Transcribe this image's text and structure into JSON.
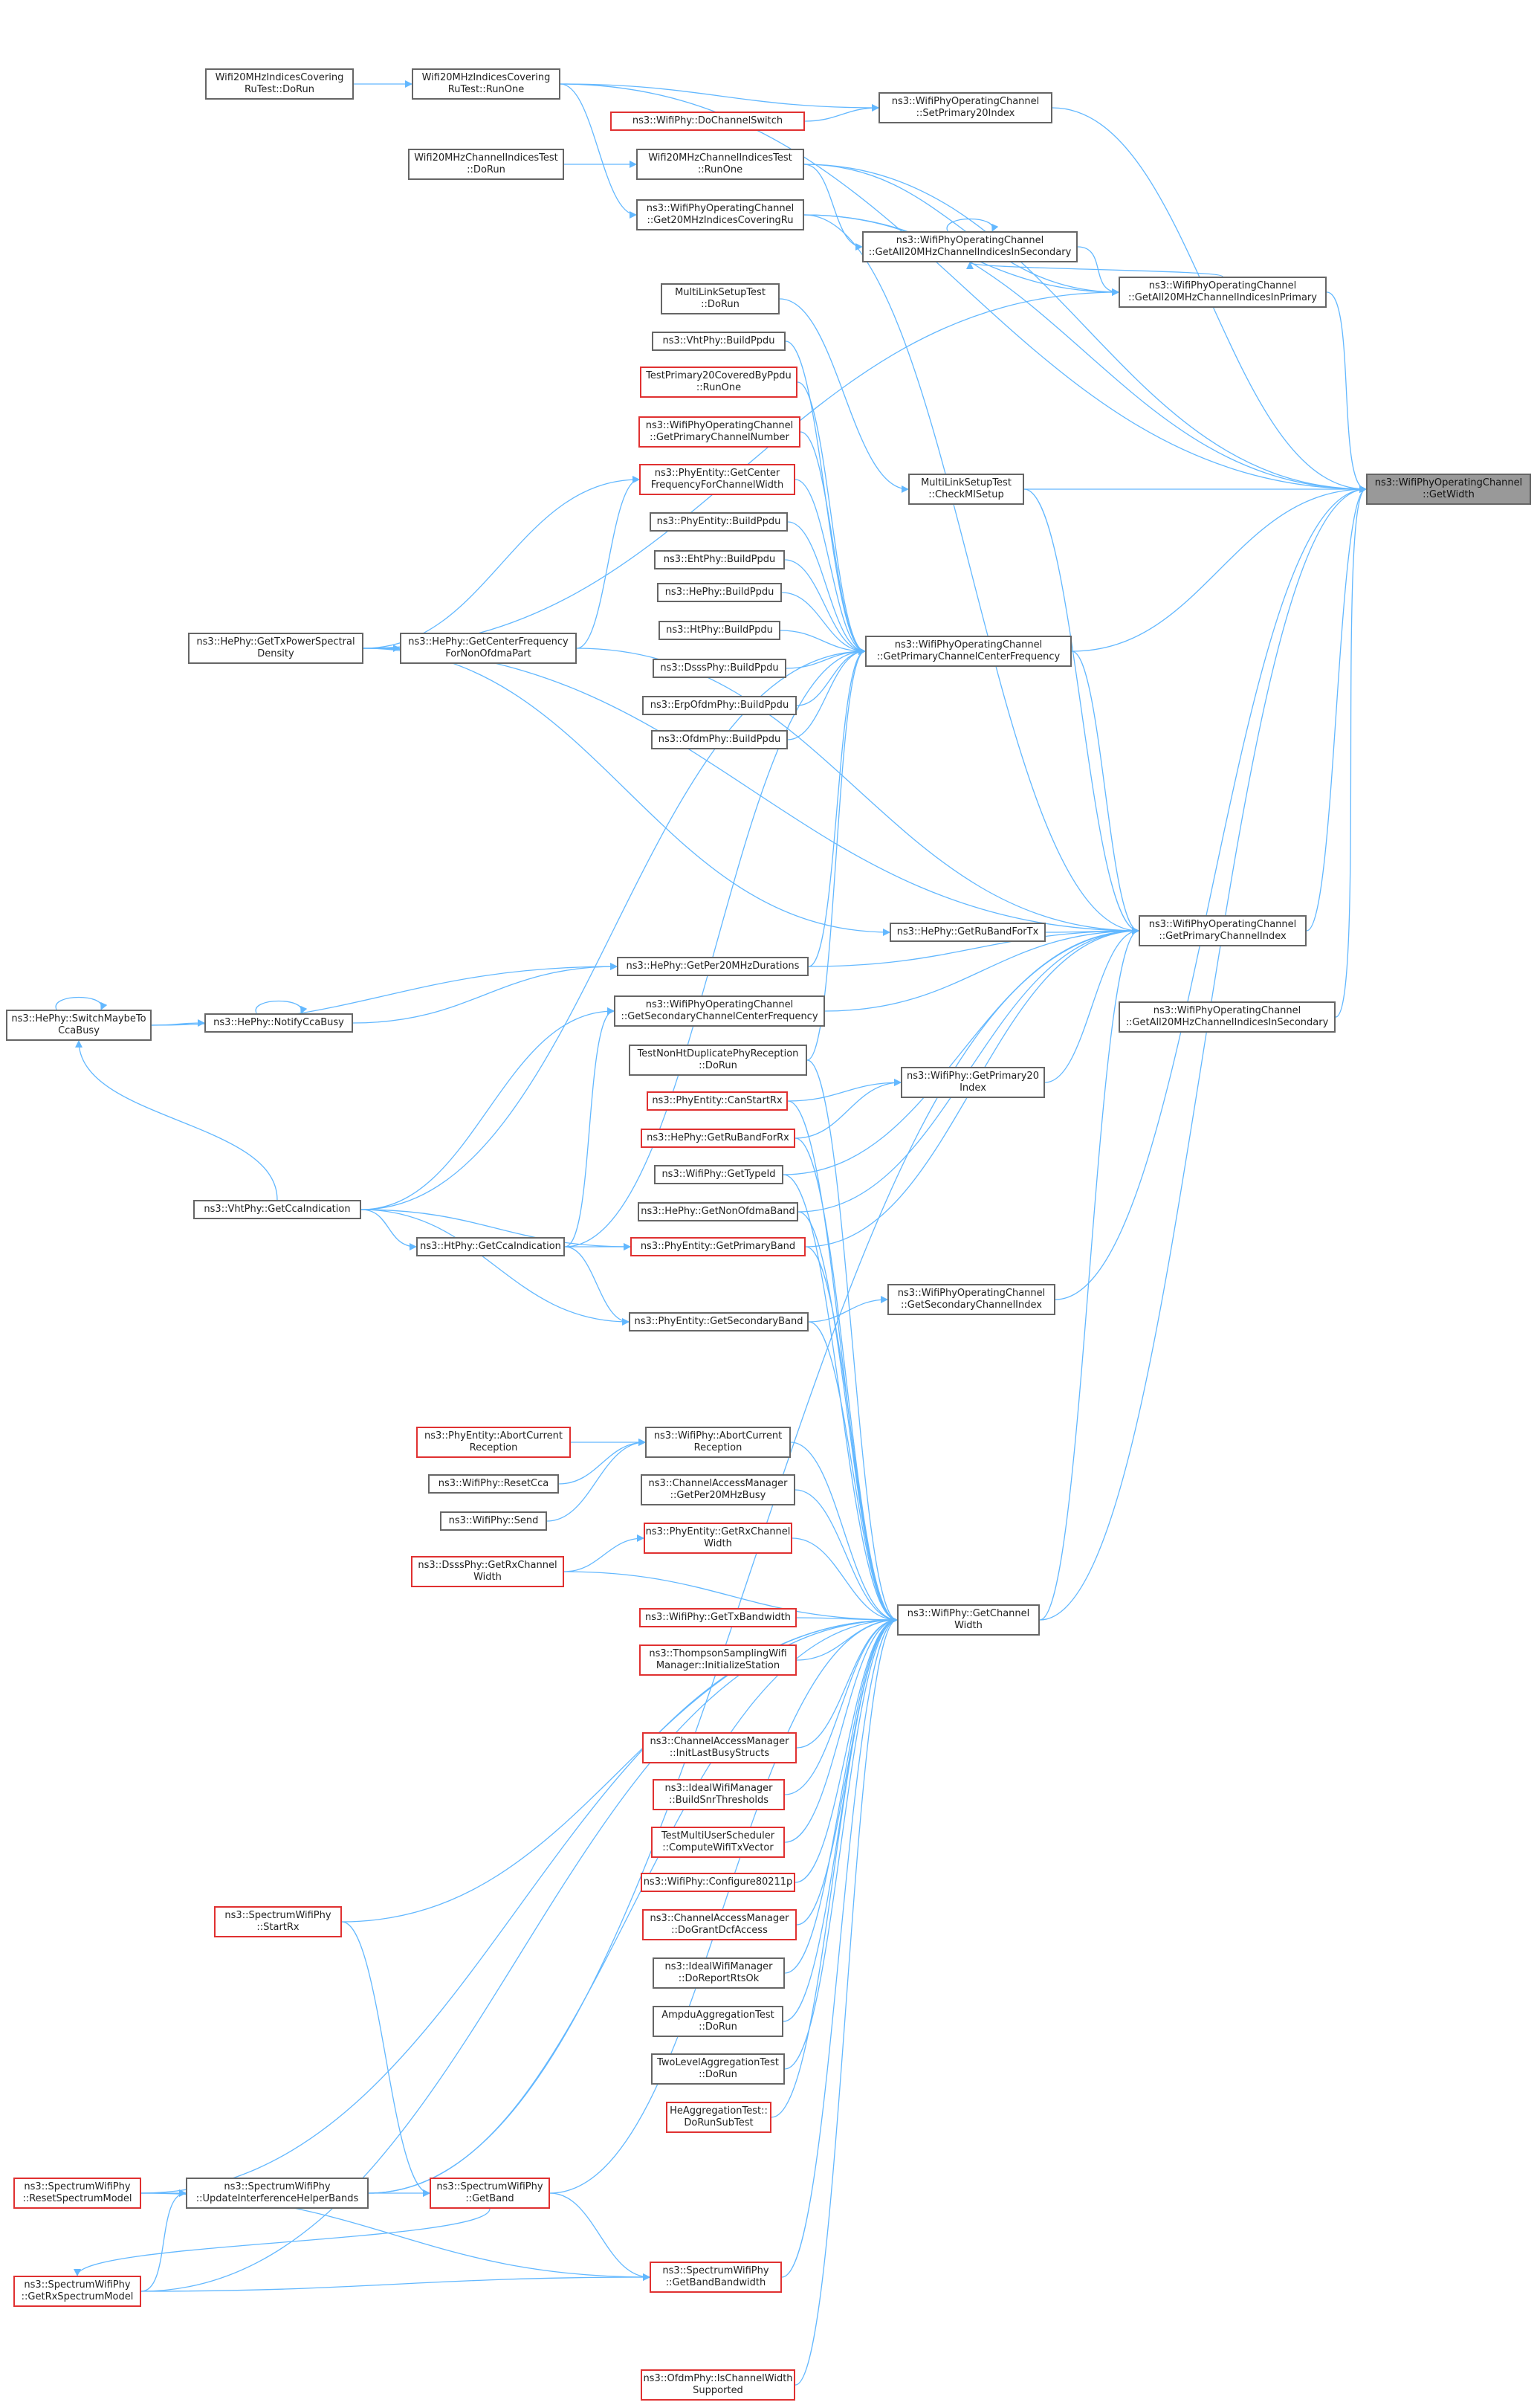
{
  "nodes": [
    {
      "id": "root",
      "lines": [
        "ns3::WifiPhyOperatingChannel",
        "::GetWidth"
      ],
      "style": "root"
    },
    {
      "id": "w20cov_dorun",
      "lines": [
        "Wifi20MHzIndicesCovering",
        "RuTest::DoRun"
      ],
      "style": "normal"
    },
    {
      "id": "w20cov_runone",
      "lines": [
        "Wifi20MHzIndicesCovering",
        "RuTest::RunOne"
      ],
      "style": "normal"
    },
    {
      "id": "setprimary20",
      "lines": [
        "ns3::WifiPhyOperatingChannel",
        "::SetPrimary20Index"
      ],
      "style": "normal"
    },
    {
      "id": "dochannelswitch",
      "lines": [
        "ns3::WifiPhy::DoChannelSwitch"
      ],
      "style": "red"
    },
    {
      "id": "w20ch_dorun",
      "lines": [
        "Wifi20MHzChannelIndicesTest",
        "::DoRun"
      ],
      "style": "normal"
    },
    {
      "id": "w20ch_runone",
      "lines": [
        "Wifi20MHzChannelIndicesTest",
        "::RunOne"
      ],
      "style": "normal"
    },
    {
      "id": "get20covru",
      "lines": [
        "ns3::WifiPhyOperatingChannel",
        "::Get20MHzIndicesCoveringRu"
      ],
      "style": "normal"
    },
    {
      "id": "getall20sec_mid",
      "lines": [
        "ns3::WifiPhyOperatingChannel",
        "::GetAll20MHzChannelIndicesInSecondary"
      ],
      "style": "normal"
    },
    {
      "id": "getall20prim",
      "lines": [
        "ns3::WifiPhyOperatingChannel",
        "::GetAll20MHzChannelIndicesInPrimary"
      ],
      "style": "normal"
    },
    {
      "id": "mlst_dorun",
      "lines": [
        "MultiLinkSetupTest",
        "::DoRun"
      ],
      "style": "normal"
    },
    {
      "id": "vht_buildppdu",
      "lines": [
        "ns3::VhtPhy::BuildPpdu"
      ],
      "style": "normal"
    },
    {
      "id": "tp20_runone",
      "lines": [
        "TestPrimary20CoveredByPpdu",
        "::RunOne"
      ],
      "style": "red"
    },
    {
      "id": "getprimchnum",
      "lines": [
        "ns3::WifiPhyOperatingChannel",
        "::GetPrimaryChannelNumber"
      ],
      "style": "red"
    },
    {
      "id": "mlst_checkml",
      "lines": [
        "MultiLinkSetupTest",
        "::CheckMlSetup"
      ],
      "style": "normal"
    },
    {
      "id": "pe_getcenter",
      "lines": [
        "ns3::PhyEntity::GetCenter",
        "FrequencyForChannelWidth"
      ],
      "style": "red"
    },
    {
      "id": "pe_buildppdu",
      "lines": [
        "ns3::PhyEntity::BuildPpdu"
      ],
      "style": "normal"
    },
    {
      "id": "eht_buildppdu",
      "lines": [
        "ns3::EhtPhy::BuildPpdu"
      ],
      "style": "normal"
    },
    {
      "id": "he_buildppdu",
      "lines": [
        "ns3::HePhy::BuildPpdu"
      ],
      "style": "normal"
    },
    {
      "id": "ht_buildppdu",
      "lines": [
        "ns3::HtPhy::BuildPpdu"
      ],
      "style": "normal"
    },
    {
      "id": "dsss_buildppdu",
      "lines": [
        "ns3::DsssPhy::BuildPpdu"
      ],
      "style": "normal"
    },
    {
      "id": "erp_buildppdu",
      "lines": [
        "ns3::ErpOfdmPhy::BuildPpdu"
      ],
      "style": "normal"
    },
    {
      "id": "ofdm_buildppdu",
      "lines": [
        "ns3::OfdmPhy::BuildPpdu"
      ],
      "style": "normal"
    },
    {
      "id": "he_gettxpsd",
      "lines": [
        "ns3::HePhy::GetTxPowerSpectral",
        "Density"
      ],
      "style": "normal"
    },
    {
      "id": "he_getcenternonofdma",
      "lines": [
        "ns3::HePhy::GetCenterFrequency",
        "ForNonOfdmaPart"
      ],
      "style": "normal"
    },
    {
      "id": "getprimcenter",
      "lines": [
        "ns3::WifiPhyOperatingChannel",
        "::GetPrimaryChannelCenterFrequency"
      ],
      "style": "normal"
    },
    {
      "id": "getprimidx",
      "lines": [
        "ns3::WifiPhyOperatingChannel",
        "::GetPrimaryChannelIndex"
      ],
      "style": "normal"
    },
    {
      "id": "getall20sec_right",
      "lines": [
        "ns3::WifiPhyOperatingChannel",
        "::GetAll20MHzChannelIndicesInSecondary"
      ],
      "style": "normal"
    },
    {
      "id": "he_getruband_tx",
      "lines": [
        "ns3::HePhy::GetRuBandForTx"
      ],
      "style": "normal"
    },
    {
      "id": "he_getper20",
      "lines": [
        "ns3::HePhy::GetPer20MHzDurations"
      ],
      "style": "normal"
    },
    {
      "id": "getseccenter",
      "lines": [
        "ns3::WifiPhyOperatingChannel",
        "::GetSecondaryChannelCenterFrequency"
      ],
      "style": "normal"
    },
    {
      "id": "he_switchmaybe",
      "lines": [
        "ns3::HePhy::SwitchMaybeTo",
        "CcaBusy"
      ],
      "style": "normal"
    },
    {
      "id": "he_notifycca",
      "lines": [
        "ns3::HePhy::NotifyCcaBusy"
      ],
      "style": "normal"
    },
    {
      "id": "tnhtdup_dorun",
      "lines": [
        "TestNonHtDuplicatePhyReception",
        "::DoRun"
      ],
      "style": "normal"
    },
    {
      "id": "pe_canstartrx",
      "lines": [
        "ns3::PhyEntity::CanStartRx"
      ],
      "style": "red"
    },
    {
      "id": "he_getruband_rx",
      "lines": [
        "ns3::HePhy::GetRuBandForRx"
      ],
      "style": "red"
    },
    {
      "id": "wp_getprimary20",
      "lines": [
        "ns3::WifiPhy::GetPrimary20",
        "Index"
      ],
      "style": "normal"
    },
    {
      "id": "wp_gettypeid",
      "lines": [
        "ns3::WifiPhy::GetTypeId"
      ],
      "style": "normal"
    },
    {
      "id": "he_getnonofdmaband",
      "lines": [
        "ns3::HePhy::GetNonOfdmaBand"
      ],
      "style": "normal"
    },
    {
      "id": "vht_getcca",
      "lines": [
        "ns3::VhtPhy::GetCcaIndication"
      ],
      "style": "normal"
    },
    {
      "id": "ht_getcca",
      "lines": [
        "ns3::HtPhy::GetCcaIndication"
      ],
      "style": "normal"
    },
    {
      "id": "pe_getprimband",
      "lines": [
        "ns3::PhyEntity::GetPrimaryBand"
      ],
      "style": "red"
    },
    {
      "id": "getsecidx",
      "lines": [
        "ns3::WifiPhyOperatingChannel",
        "::GetSecondaryChannelIndex"
      ],
      "style": "normal"
    },
    {
      "id": "pe_getsecband",
      "lines": [
        "ns3::PhyEntity::GetSecondaryBand"
      ],
      "style": "normal"
    },
    {
      "id": "pe_abortrx",
      "lines": [
        "ns3::PhyEntity::AbortCurrent",
        "Reception"
      ],
      "style": "red"
    },
    {
      "id": "wp_abortrx",
      "lines": [
        "ns3::WifiPhy::AbortCurrent",
        "Reception"
      ],
      "style": "normal"
    },
    {
      "id": "wp_resetcca",
      "lines": [
        "ns3::WifiPhy::ResetCca"
      ],
      "style": "normal"
    },
    {
      "id": "wp_send",
      "lines": [
        "ns3::WifiPhy::Send"
      ],
      "style": "normal"
    },
    {
      "id": "cam_getper20busy",
      "lines": [
        "ns3::ChannelAccessManager",
        "::GetPer20MHzBusy"
      ],
      "style": "normal"
    },
    {
      "id": "pe_getrxchw",
      "lines": [
        "ns3::PhyEntity::GetRxChannel",
        "Width"
      ],
      "style": "red"
    },
    {
      "id": "dsss_getrxchw",
      "lines": [
        "ns3::DsssPhy::GetRxChannel",
        "Width"
      ],
      "style": "red"
    },
    {
      "id": "wp_gettxbw",
      "lines": [
        "ns3::WifiPhy::GetTxBandwidth"
      ],
      "style": "red"
    },
    {
      "id": "wp_getchw",
      "lines": [
        "ns3::WifiPhy::GetChannel",
        "Width"
      ],
      "style": "normal"
    },
    {
      "id": "tswm_init",
      "lines": [
        "ns3::ThompsonSamplingWifi",
        "Manager::InitializeStation"
      ],
      "style": "red"
    },
    {
      "id": "cam_initlastbusy",
      "lines": [
        "ns3::ChannelAccessManager",
        "::InitLastBusyStructs"
      ],
      "style": "red"
    },
    {
      "id": "iwm_buildsnr",
      "lines": [
        "ns3::IdealWifiManager",
        "::BuildSnrThresholds"
      ],
      "style": "red"
    },
    {
      "id": "tmus_compute",
      "lines": [
        "TestMultiUserScheduler",
        "::ComputeWifiTxVector"
      ],
      "style": "red"
    },
    {
      "id": "wp_configure",
      "lines": [
        "ns3::WifiPhy::Configure80211p"
      ],
      "style": "red"
    },
    {
      "id": "cam_dogrant",
      "lines": [
        "ns3::ChannelAccessManager",
        "::DoGrantDcfAccess"
      ],
      "style": "red"
    },
    {
      "id": "iwm_doreportrts",
      "lines": [
        "ns3::IdealWifiManager",
        "::DoReportRtsOk"
      ],
      "style": "normal"
    },
    {
      "id": "sw_startrx",
      "lines": [
        "ns3::SpectrumWifiPhy",
        "::StartRx"
      ],
      "style": "red"
    },
    {
      "id": "aat_dorun",
      "lines": [
        "AmpduAggregationTest",
        "::DoRun"
      ],
      "style": "normal"
    },
    {
      "id": "tlat_dorun",
      "lines": [
        "TwoLevelAggregationTest",
        "::DoRun"
      ],
      "style": "normal"
    },
    {
      "id": "heat_dorunsub",
      "lines": [
        "HeAggregationTest::",
        "DoRunSubTest"
      ],
      "style": "red"
    },
    {
      "id": "sw_resetspm",
      "lines": [
        "ns3::SpectrumWifiPhy",
        "::ResetSpectrumModel"
      ],
      "style": "red"
    },
    {
      "id": "sw_updinterf",
      "lines": [
        "ns3::SpectrumWifiPhy",
        "::UpdateInterferenceHelperBands"
      ],
      "style": "normal"
    },
    {
      "id": "sw_getband",
      "lines": [
        "ns3::SpectrumWifiPhy",
        "::GetBand"
      ],
      "style": "red"
    },
    {
      "id": "sw_getrxspm",
      "lines": [
        "ns3::SpectrumWifiPhy",
        "::GetRxSpectrumModel"
      ],
      "style": "red"
    },
    {
      "id": "sw_getbandbw",
      "lines": [
        "ns3::SpectrumWifiPhy",
        "::GetBandBandwidth"
      ],
      "style": "red"
    },
    {
      "id": "ofdm_ischw",
      "lines": [
        "ns3::OfdmPhy::IsChannelWidth",
        "Supported"
      ],
      "style": "red"
    }
  ],
  "edges": [
    [
      "w20cov_dorun",
      "w20cov_runone"
    ],
    [
      "w20cov_runone",
      "root"
    ],
    [
      "w20cov_runone",
      "setprimary20"
    ],
    [
      "w20cov_runone",
      "get20covru"
    ],
    [
      "dochannelswitch",
      "setprimary20"
    ],
    [
      "setprimary20",
      "root"
    ],
    [
      "w20ch_dorun",
      "w20ch_runone"
    ],
    [
      "w20ch_runone",
      "root"
    ],
    [
      "w20ch_runone",
      "getall20sec_mid"
    ],
    [
      "w20ch_runone",
      "getall20prim"
    ],
    [
      "get20covru",
      "root"
    ],
    [
      "get20covru",
      "getall20prim"
    ],
    [
      "get20covru",
      "getprimidx"
    ],
    [
      "getall20sec_mid",
      "getall20sec_mid"
    ],
    [
      "getall20sec_mid",
      "getall20prim"
    ],
    [
      "getall20prim",
      "getall20sec_mid"
    ],
    [
      "getall20prim",
      "root"
    ],
    [
      "he_gettxpsd",
      "getall20prim"
    ],
    [
      "mlst_dorun",
      "mlst_checkml"
    ],
    [
      "mlst_checkml",
      "root"
    ],
    [
      "mlst_checkml",
      "getprimidx"
    ],
    [
      "vht_buildppdu",
      "getprimcenter"
    ],
    [
      "tp20_runone",
      "getprimcenter"
    ],
    [
      "getprimchnum",
      "getprimcenter"
    ],
    [
      "pe_getcenter",
      "getprimcenter"
    ],
    [
      "pe_buildppdu",
      "getprimcenter"
    ],
    [
      "eht_buildppdu",
      "getprimcenter"
    ],
    [
      "he_buildppdu",
      "getprimcenter"
    ],
    [
      "ht_buildppdu",
      "getprimcenter"
    ],
    [
      "dsss_buildppdu",
      "getprimcenter"
    ],
    [
      "erp_buildppdu",
      "getprimcenter"
    ],
    [
      "ofdm_buildppdu",
      "getprimcenter"
    ],
    [
      "he_getcenternonofdma",
      "pe_getcenter"
    ],
    [
      "he_gettxpsd",
      "pe_getcenter"
    ],
    [
      "he_gettxpsd",
      "he_getcenternonofdma"
    ],
    [
      "he_gettxpsd",
      "getprimidx"
    ],
    [
      "he_getcenternonofdma",
      "getprimidx"
    ],
    [
      "getprimcenter",
      "root"
    ],
    [
      "getprimcenter",
      "getprimidx"
    ],
    [
      "getprimidx",
      "root"
    ],
    [
      "getall20sec_right",
      "root"
    ],
    [
      "he_getruband_tx",
      "getprimidx"
    ],
    [
      "he_gettxpsd",
      "he_getruband_tx"
    ],
    [
      "he_getper20",
      "getprimcenter"
    ],
    [
      "he_getper20",
      "getprimidx"
    ],
    [
      "getseccenter",
      "getprimidx"
    ],
    [
      "he_switchmaybe",
      "he_switchmaybe"
    ],
    [
      "he_switchmaybe",
      "he_getper20"
    ],
    [
      "he_switchmaybe",
      "he_notifycca"
    ],
    [
      "he_notifycca",
      "he_notifycca"
    ],
    [
      "he_notifycca",
      "he_getper20"
    ],
    [
      "vht_getcca",
      "he_switchmaybe"
    ],
    [
      "vht_getcca",
      "getprimcenter"
    ],
    [
      "vht_getcca",
      "getseccenter"
    ],
    [
      "vht_getcca",
      "ht_getcca"
    ],
    [
      "vht_getcca",
      "pe_getprimband"
    ],
    [
      "vht_getcca",
      "pe_getsecband"
    ],
    [
      "ht_getcca",
      "getprimcenter"
    ],
    [
      "ht_getcca",
      "getseccenter"
    ],
    [
      "ht_getcca",
      "pe_getprimband"
    ],
    [
      "ht_getcca",
      "pe_getsecband"
    ],
    [
      "tnhtdup_dorun",
      "getprimcenter"
    ],
    [
      "pe_canstartrx",
      "wp_getprimary20"
    ],
    [
      "he_getruband_rx",
      "wp_getprimary20"
    ],
    [
      "wp_getprimary20",
      "getprimidx"
    ],
    [
      "wp_gettypeid",
      "getprimidx"
    ],
    [
      "he_getnonofdmaband",
      "getprimidx"
    ],
    [
      "pe_getprimband",
      "getprimidx"
    ],
    [
      "pe_getsecband",
      "getsecidx"
    ],
    [
      "getsecidx",
      "root"
    ],
    [
      "pe_abortrx",
      "wp_abortrx"
    ],
    [
      "wp_resetcca",
      "wp_abortrx"
    ],
    [
      "wp_send",
      "wp_abortrx"
    ],
    [
      "dsss_getrxchw",
      "pe_getrxchw"
    ],
    [
      "tnhtdup_dorun",
      "wp_getchw"
    ],
    [
      "pe_canstartrx",
      "wp_getchw"
    ],
    [
      "he_getruband_rx",
      "wp_getchw"
    ],
    [
      "wp_gettypeid",
      "wp_getchw"
    ],
    [
      "he_getnonofdmaband",
      "wp_getchw"
    ],
    [
      "pe_getprimband",
      "wp_getchw"
    ],
    [
      "pe_getsecband",
      "wp_getchw"
    ],
    [
      "wp_abortrx",
      "wp_getchw"
    ],
    [
      "cam_getper20busy",
      "wp_getchw"
    ],
    [
      "pe_getrxchw",
      "wp_getchw"
    ],
    [
      "dsss_getrxchw",
      "wp_getchw"
    ],
    [
      "wp_gettxbw",
      "wp_getchw"
    ],
    [
      "tswm_init",
      "wp_getchw"
    ],
    [
      "cam_initlastbusy",
      "wp_getchw"
    ],
    [
      "iwm_buildsnr",
      "wp_getchw"
    ],
    [
      "tmus_compute",
      "wp_getchw"
    ],
    [
      "wp_configure",
      "wp_getchw"
    ],
    [
      "cam_dogrant",
      "wp_getchw"
    ],
    [
      "iwm_doreportrts",
      "wp_getchw"
    ],
    [
      "sw_startrx",
      "wp_getchw"
    ],
    [
      "aat_dorun",
      "wp_getchw"
    ],
    [
      "tlat_dorun",
      "wp_getchw"
    ],
    [
      "heat_dorunsub",
      "wp_getchw"
    ],
    [
      "sw_updinterf",
      "wp_getchw"
    ],
    [
      "sw_getband",
      "wp_getchw"
    ],
    [
      "sw_getbandbw",
      "wp_getchw"
    ],
    [
      "ofdm_ischw",
      "wp_getchw"
    ],
    [
      "sw_getrxspm",
      "wp_getchw"
    ],
    [
      "sw_resetspm",
      "wp_getchw"
    ],
    [
      "sw_startrx",
      "sw_getband"
    ],
    [
      "sw_resetspm",
      "sw_updinterf"
    ],
    [
      "sw_getrxspm",
      "sw_updinterf"
    ],
    [
      "sw_updinterf",
      "sw_getband"
    ],
    [
      "sw_getband",
      "sw_getrxspm"
    ],
    [
      "sw_getband",
      "sw_getbandbw"
    ],
    [
      "sw_resetspm",
      "sw_getbandbw"
    ],
    [
      "sw_getrxspm",
      "sw_getbandbw"
    ],
    [
      "sw_updinterf",
      "getprimidx"
    ],
    [
      "wp_getchw",
      "getprimidx"
    ],
    [
      "wp_getchw",
      "root"
    ]
  ],
  "colors": {
    "edge": "#63b8ff",
    "root_fill": "#999999",
    "red_border": "#e03131",
    "node_border": "#666666"
  }
}
